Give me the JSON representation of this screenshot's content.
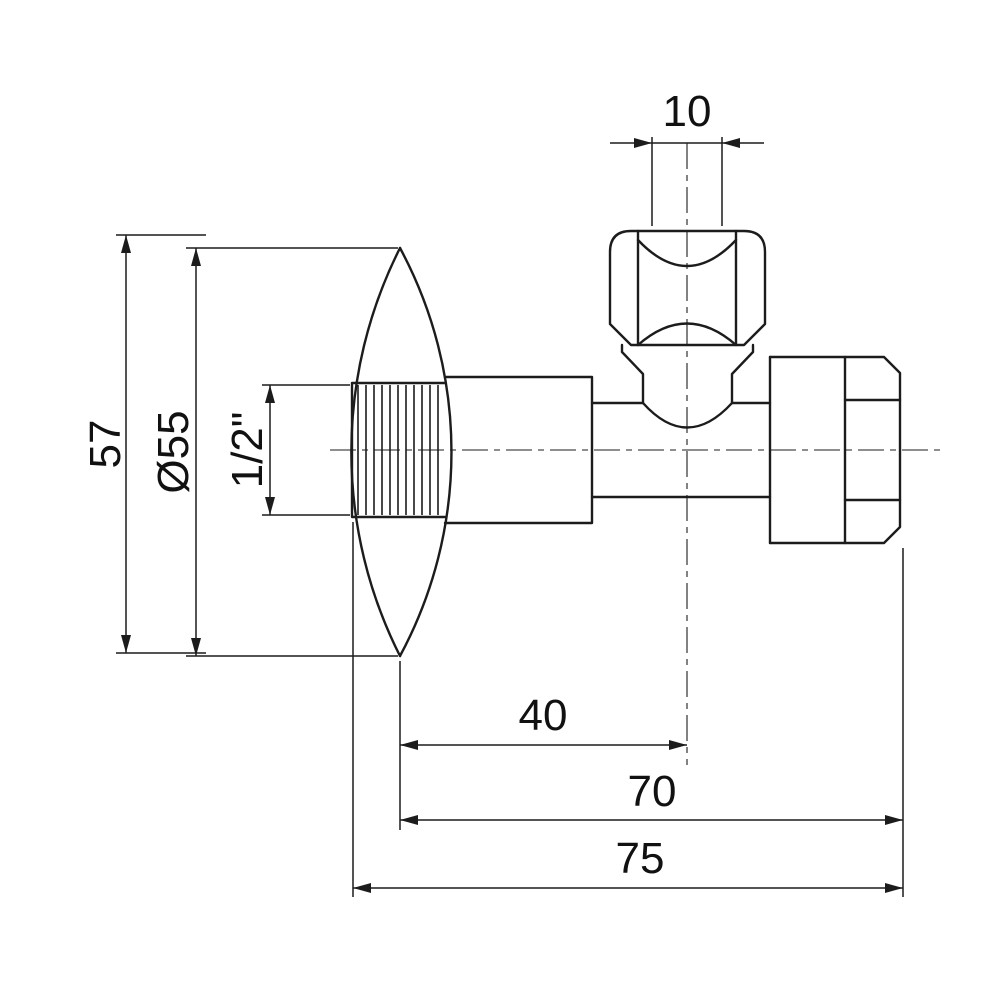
{
  "drawing": {
    "type": "technical-dimension-drawing",
    "subject": "angle-valve-side-view",
    "colors": {
      "line": "#1c1c1c",
      "background": "#ffffff"
    },
    "dimensions": {
      "branch_nut": "10",
      "height": "57",
      "flange_diameter": "Ø55",
      "thread": "1/2\"",
      "axis_offset": "40",
      "length_to_outlet": "70",
      "overall_length": "75"
    }
  }
}
